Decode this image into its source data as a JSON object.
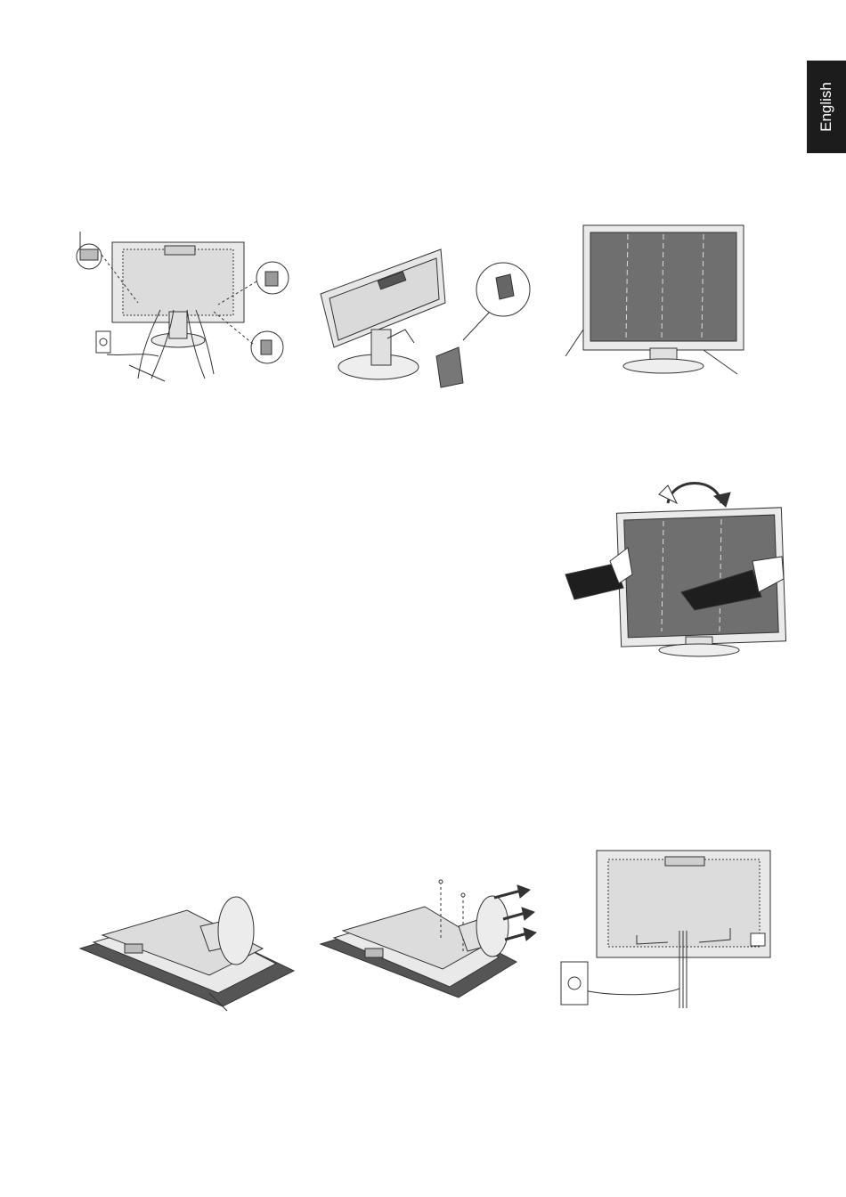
{
  "language_tab": {
    "label": "English"
  },
  "figures": {
    "cable_connection": {
      "icon": "monitor-rear-cables-illustration"
    },
    "cable_cover": {
      "icon": "cable-cover-attach-illustration"
    },
    "monitor_front": {
      "icon": "monitor-front-illustration"
    },
    "screen_rotation": {
      "icon": "screen-rotate-illustration"
    },
    "monitor_face_down": {
      "icon": "monitor-face-down-illustration"
    },
    "stand_removal": {
      "icon": "stand-removal-screws-illustration"
    },
    "rear_power_cable": {
      "icon": "rear-power-outlet-illustration"
    }
  }
}
